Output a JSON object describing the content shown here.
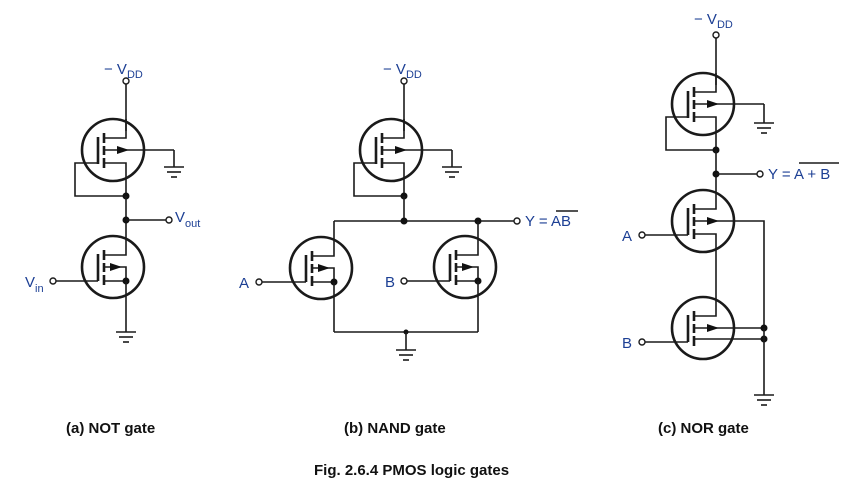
{
  "figure": {
    "caption": "Fig. 2.6.4 PMOS logic gates"
  },
  "supply_label": {
    "prefix": "− V",
    "subscript": "DD"
  },
  "gates": [
    {
      "id": "not",
      "caption": "(a) NOT gate",
      "input_labels": [
        {
          "main": "V",
          "sub": "in"
        }
      ],
      "output_label": {
        "main": "V",
        "sub": "out"
      }
    },
    {
      "id": "nand",
      "caption": "(b) NAND gate",
      "input_labels": [
        {
          "main": "A"
        },
        {
          "main": "B"
        }
      ],
      "output_label": {
        "prefix": "Y = ",
        "overbar": "AB"
      }
    },
    {
      "id": "nor",
      "caption": "(c) NOR gate",
      "input_labels": [
        {
          "main": "A"
        },
        {
          "main": "B"
        }
      ],
      "output_label": {
        "prefix": "Y = ",
        "overbar": "A + B"
      }
    }
  ],
  "colors": {
    "label_text": "#1c3f94",
    "caption_text": "#111111",
    "wire": "#1a1a1a"
  }
}
